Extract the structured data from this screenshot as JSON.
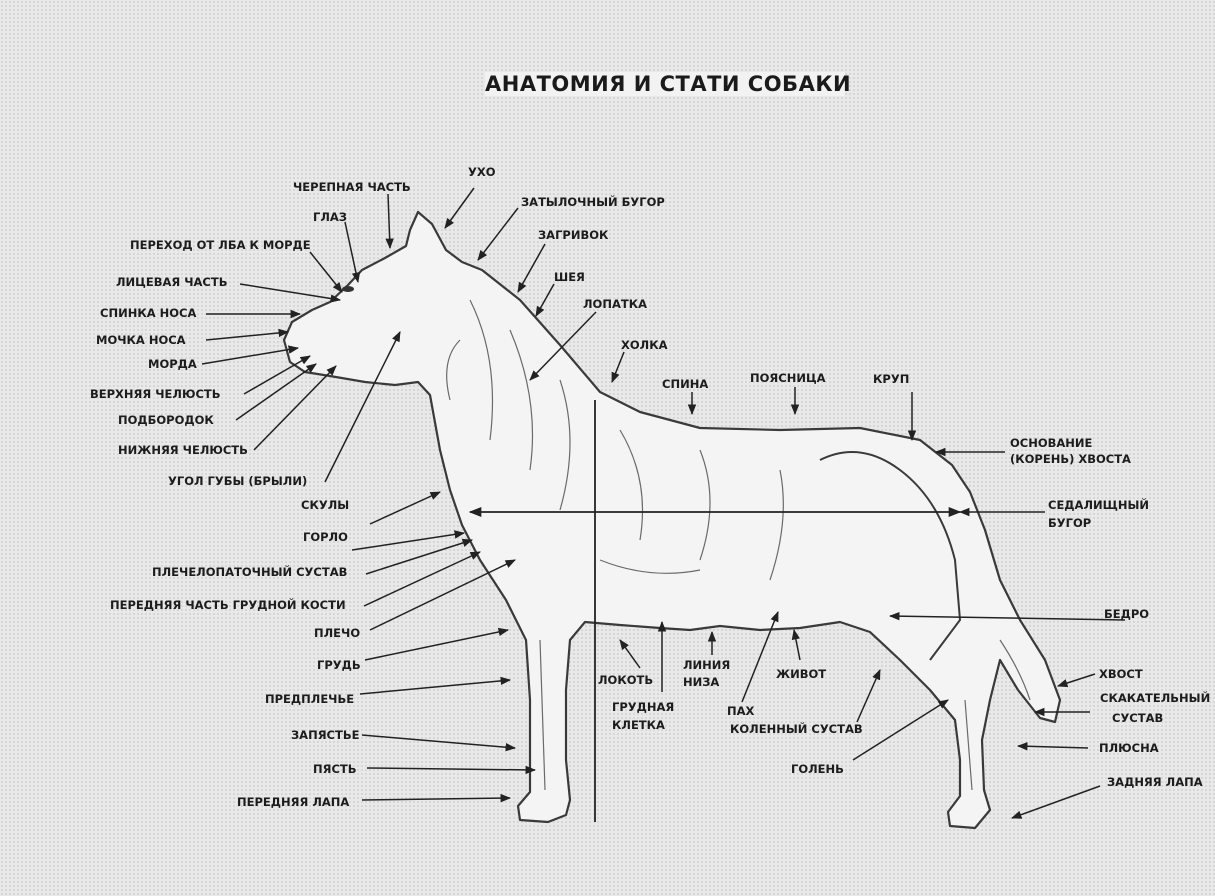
{
  "title": "АНАТОМИЯ И СТАТИ СОБАКИ",
  "labels": {
    "ukho": "УХО",
    "cherepnaya": "ЧЕРЕПНАЯ ЧАСТЬ",
    "zatylochny": "ЗАТЫЛОЧНЫЙ БУГОР",
    "glaz": "ГЛАЗ",
    "zagrivok": "ЗАГРИВОК",
    "perekhod": "ПЕРЕХОД ОТ ЛБА К МОРДЕ",
    "sheya": "ШЕЯ",
    "litsevaya": "ЛИЦЕВАЯ ЧАСТЬ",
    "spinka_nosa": "СПИНКА НОСА",
    "lopatka": "ЛОПАТКА",
    "mochka_nosa": "МОЧКА НОСА",
    "morda": "МОРДА",
    "kholka": "ХОЛКА",
    "spina": "СПИНА",
    "poyasnitsa": "ПОЯСНИЦА",
    "krup": "КРУП",
    "verkhnyaya": "ВЕРХНЯЯ ЧЕЛЮСТЬ",
    "podborodok": "ПОДБОРОДОК",
    "nizhnyaya": "НИЖНЯЯ ЧЕЛЮСТЬ",
    "osnovanie_1": "ОСНОВАНИЕ",
    "osnovanie_2": "(КОРЕНЬ) ХВОСТА",
    "ugol_guby": "УГОЛ ГУБЫ (БРЫЛИ)",
    "skuly": "СКУЛЫ",
    "sedalishny_1": "СЕДАЛИЩНЫЙ",
    "sedalishny_2": "БУГОР",
    "gorlo": "ГОРЛО",
    "plechelopatochny": "ПЛЕЧЕЛОПАТОЧНЫЙ СУСТАВ",
    "perednyaya_grud": "ПЕРЕДНЯЯ ЧАСТЬ ГРУДНОЙ КОСТИ",
    "bedro": "БЕДРО",
    "plecho": "ПЛЕЧО",
    "grud": "ГРУДЬ",
    "lokot": "ЛОКОТЬ",
    "liniya_1": "ЛИНИЯ",
    "liniya_2": "НИЗА",
    "zhivot": "ЖИВОТ",
    "khvost": "ХВОСТ",
    "predplechye": "ПРЕДПЛЕЧЬЕ",
    "grudnaya_1": "ГРУДНАЯ",
    "grudnaya_2": "КЛЕТКА",
    "pakh": "ПАХ",
    "kolenny": "КОЛЕННЫЙ СУСТАВ",
    "skakatelny_1": "СКАКАТЕЛЬНЫЙ",
    "skakatelny_2": "СУСТАВ",
    "zapyastye": "ЗАПЯСТЬЕ",
    "plyusna": "ПЛЮСНА",
    "golen": "ГОЛЕНЬ",
    "pyast": "ПЯСТЬ",
    "zadnyaya_lapa": "ЗАДНЯЯ ЛАПА",
    "perednyaya_lapa": "ПЕРЕДНЯЯ ЛАПА"
  }
}
